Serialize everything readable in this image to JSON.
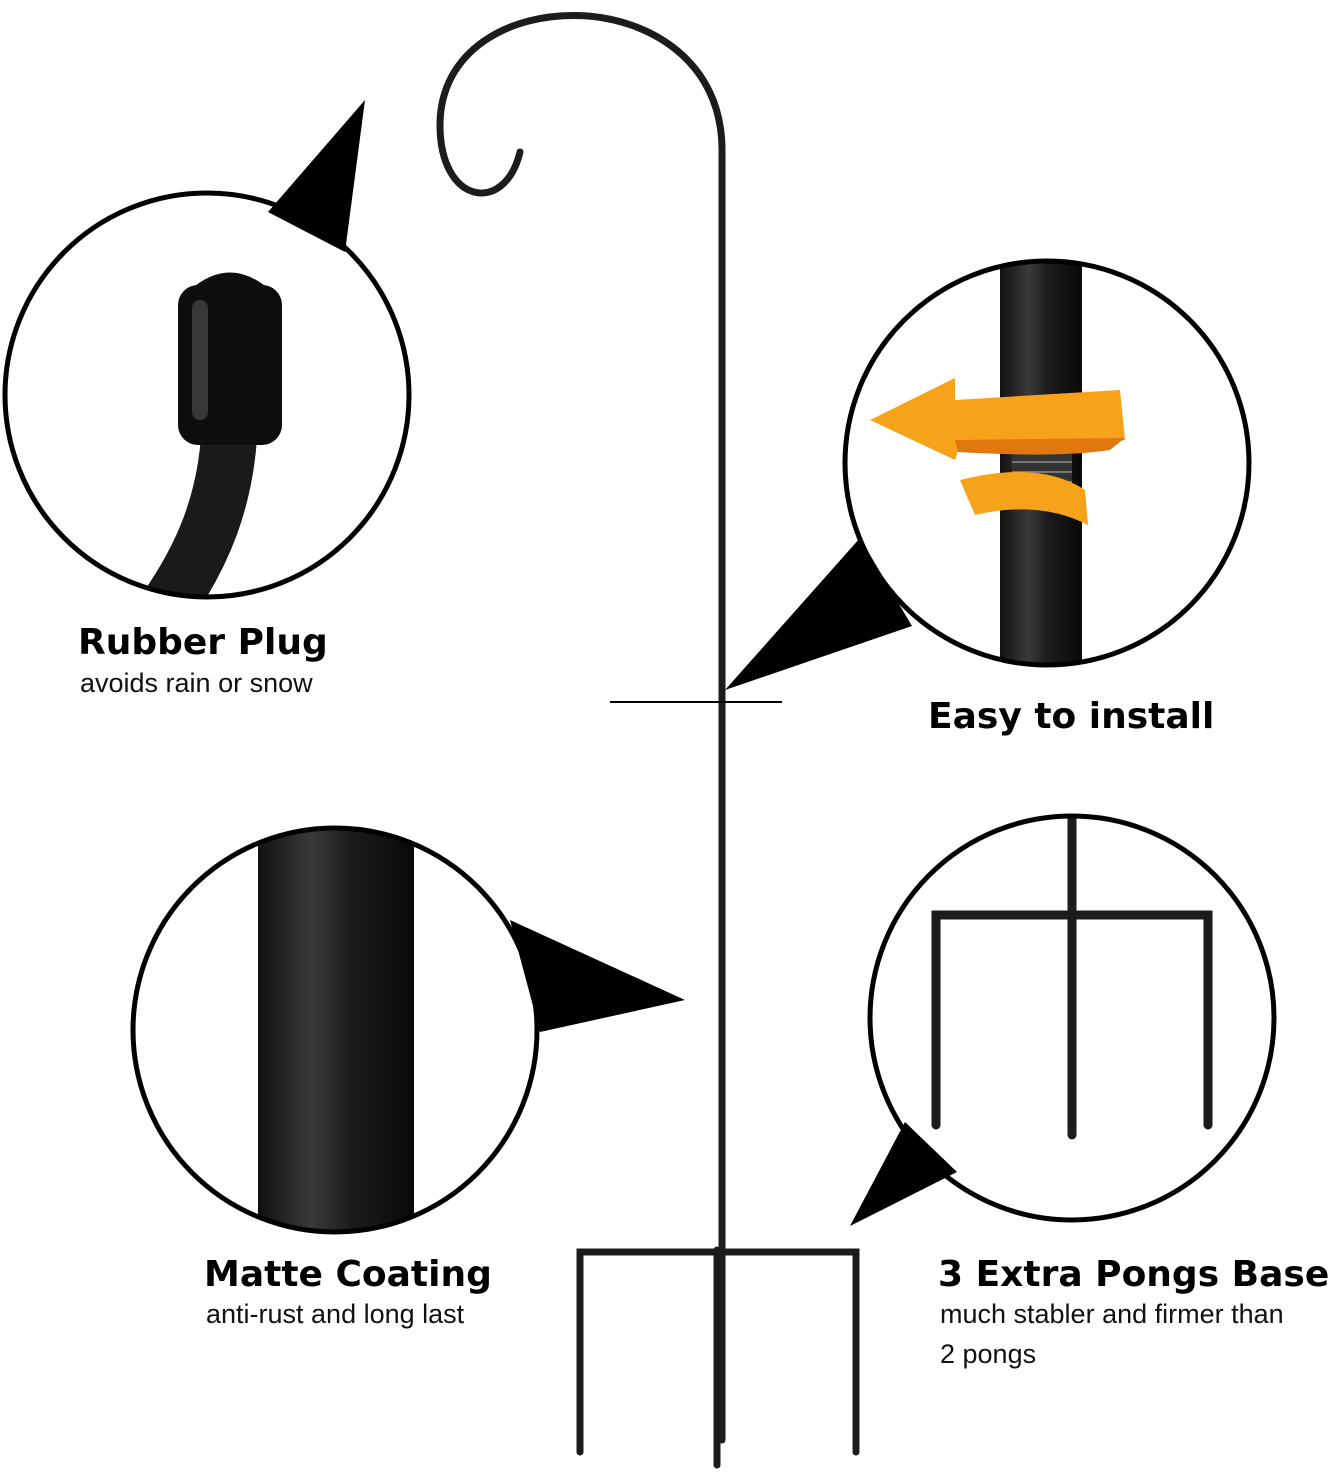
{
  "features": [
    {
      "title": "Rubber Plug",
      "lines": [
        "avoids rain or snow"
      ]
    },
    {
      "title": "Easy to install",
      "lines": []
    },
    {
      "title": "Matte Coating",
      "lines": [
        "anti-rust and long last"
      ]
    },
    {
      "title": "3 Extra Pongs Base",
      "lines": [
        "much stabler and firmer than",
        "2 pongs"
      ]
    }
  ],
  "colors": {
    "metal": "#1c1c1c",
    "arrow": "#f7a21b",
    "arrow_dark": "#e0770f"
  }
}
